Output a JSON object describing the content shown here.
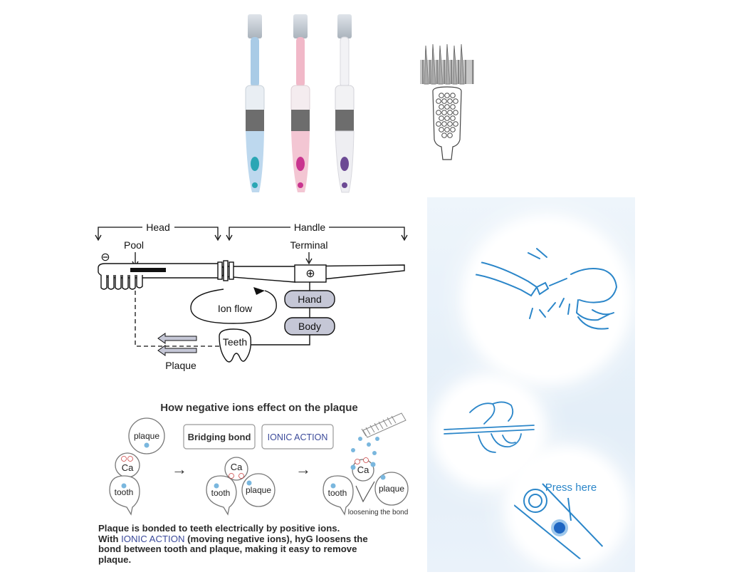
{
  "diagram": {
    "labels": {
      "head": "Head",
      "handle": "Handle",
      "pool": "Pool",
      "terminal": "Terminal",
      "minus": "⊖",
      "plus": "⊕",
      "ion_flow": "Ion flow",
      "hand": "Hand",
      "body": "Body",
      "teeth": "Teeth",
      "plaque": "Plaque"
    }
  },
  "ions": {
    "title": "How negative ions effect on the plaque",
    "bridging_bond": "Bridging bond",
    "ionic_action": "IONIC ACTION",
    "plaque": "plaque",
    "tooth": "tooth",
    "ca": "Ca",
    "loosening": "loosening the bond",
    "arrow": "→"
  },
  "caption": {
    "line1": "Plaque is bonded to teeth electrically by positive ions.",
    "line2_a": "With ",
    "line2_b": "IONIC ACTION",
    "line2_c": " (moving negative ions), hyG loosens the",
    "line3": "bond between tooth and plaque, making it easy to remove",
    "line4": "plaque."
  },
  "instructions": {
    "press_here": "Press here"
  },
  "colors": {
    "blue_brush": "#a9cbe6",
    "pink_brush": "#f1b8c8",
    "white_brush": "#f2f2f5",
    "teal_accent": "#2aa6b4",
    "magenta_accent": "#c9348f",
    "purple_accent": "#6c4a94",
    "instruction_blue": "#2b86c9"
  }
}
